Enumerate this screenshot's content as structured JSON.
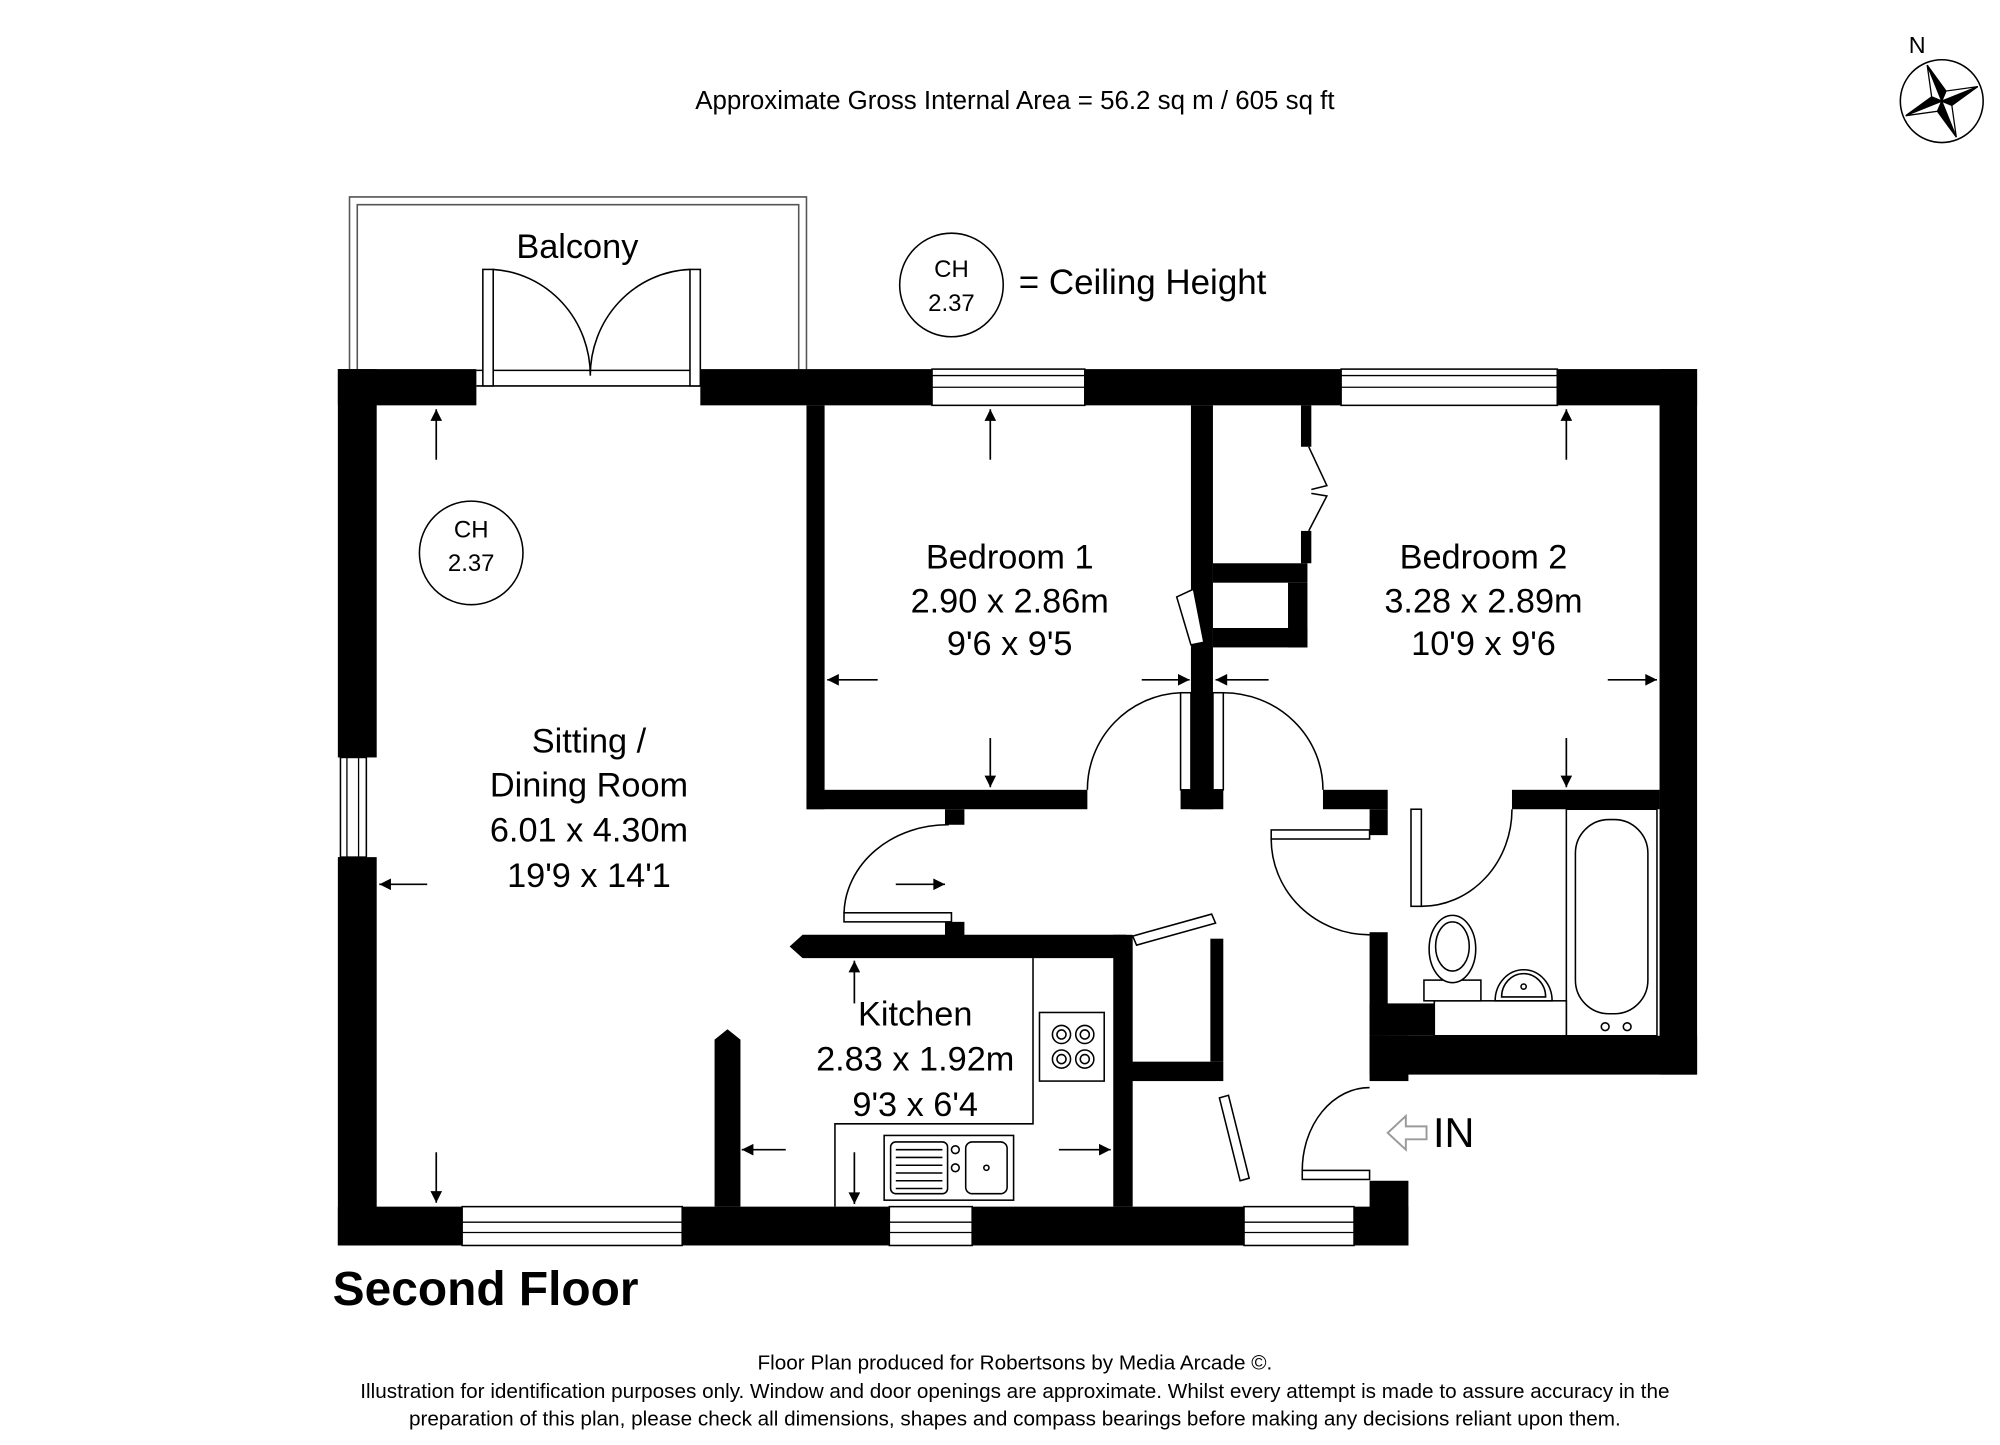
{
  "header": {
    "area_text": "Approximate Gross Internal Area = 56.2 sq m / 605 sq ft"
  },
  "compass": {
    "north_label": "N",
    "icon": "compass-rose-icon"
  },
  "legend": {
    "ch_label": "CH",
    "ch_value": "2.37",
    "description": "= Ceiling Height"
  },
  "rooms": {
    "balcony": {
      "name": "Balcony"
    },
    "sitting_dining": {
      "name_line1": "Sitting /",
      "name_line2": "Dining Room",
      "metric": "6.01 x 4.30m",
      "imperial": "19'9 x 14'1",
      "ch_label": "CH",
      "ch_value": "2.37"
    },
    "bedroom_1": {
      "name": "Bedroom 1",
      "metric": "2.90 x 2.86m",
      "imperial": "9'6 x 9'5"
    },
    "bedroom_2": {
      "name": "Bedroom 2",
      "metric": "3.28 x 2.89m",
      "imperial": "10'9 x 9'6"
    },
    "kitchen": {
      "name": "Kitchen",
      "metric": "2.83 x 1.92m",
      "imperial": "9'3 x 6'4"
    }
  },
  "entrance": {
    "label": "IN",
    "icon": "entrance-arrow-icon"
  },
  "floor": {
    "title": "Second Floor"
  },
  "footer": {
    "credit": "Floor Plan produced for Robertsons by Media Arcade ©.",
    "disclaimer_line1": "Illustration for identification purposes only. Window and door openings are approximate. Whilst every attempt is made to assure accuracy in the",
    "disclaimer_line2": "preparation of this plan, please check all dimensions, shapes and compass bearings before making any decisions reliant upon them."
  },
  "colors": {
    "background": "#ffffff",
    "wall": "#000000",
    "line": "#000000",
    "text": "#000000",
    "entry_arrow": "#9a9a9a"
  }
}
